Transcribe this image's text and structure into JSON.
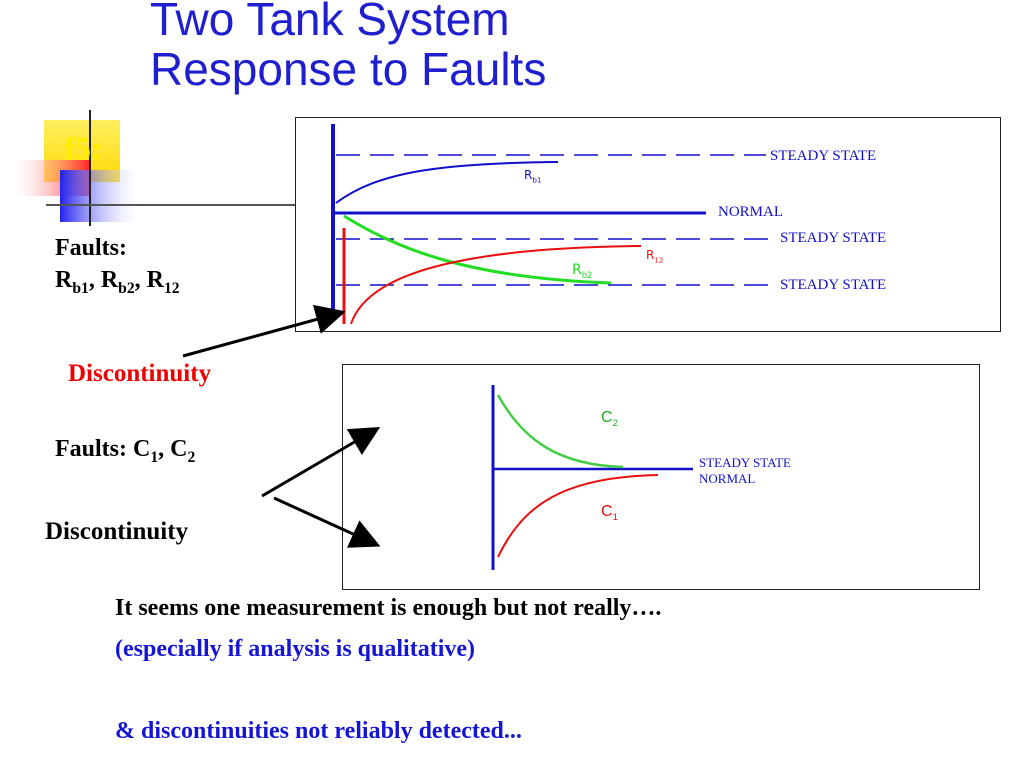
{
  "slide": {
    "title_line1": "Two Tank System",
    "title_line2": "Response to Faults",
    "slide_number": "f5:"
  },
  "left": {
    "faults1_heading": "Faults:",
    "faults1_r": "R",
    "faults1_b1": "b1",
    "faults1_b2": "b2",
    "faults1_12": "12",
    "discontinuity1": "Discontinuity",
    "faults2_prefix": "Faults: C",
    "faults2_sub1": "1",
    "faults2_sep": ", C",
    "faults2_sub2": "2",
    "discontinuity2": "Discontinuity"
  },
  "diagram_top": {
    "label_steady_top": "STEADY STATE",
    "label_normal": "NORMAL",
    "label_steady_mid": "STEADY STATE",
    "label_steady_low": "STEADY STATE",
    "curve_rb1": "Rb1",
    "curve_rb2": "Rb2",
    "curve_r12": "R12"
  },
  "diagram_bottom": {
    "curve_c2": "C2",
    "curve_c1": "C1",
    "label_steady": "STEADY STATE",
    "label_normal": "NORMAL"
  },
  "footer": {
    "line1": "It seems one measurement is enough but not really….",
    "line2": "(especially if analysis is qualitative)",
    "line3": "& discontinuities not reliably detected..."
  },
  "colors": {
    "title": "#1f1fcf",
    "accent_red": "#ee0000",
    "accent_blue": "#1515d6",
    "curve_green": "#22dd22",
    "curve_red": "#e81010",
    "curve_blue": "#1010cc",
    "deco_yellow": "#ffee00",
    "deco_red": "#ff3333",
    "deco_blue": "#2222ee"
  }
}
